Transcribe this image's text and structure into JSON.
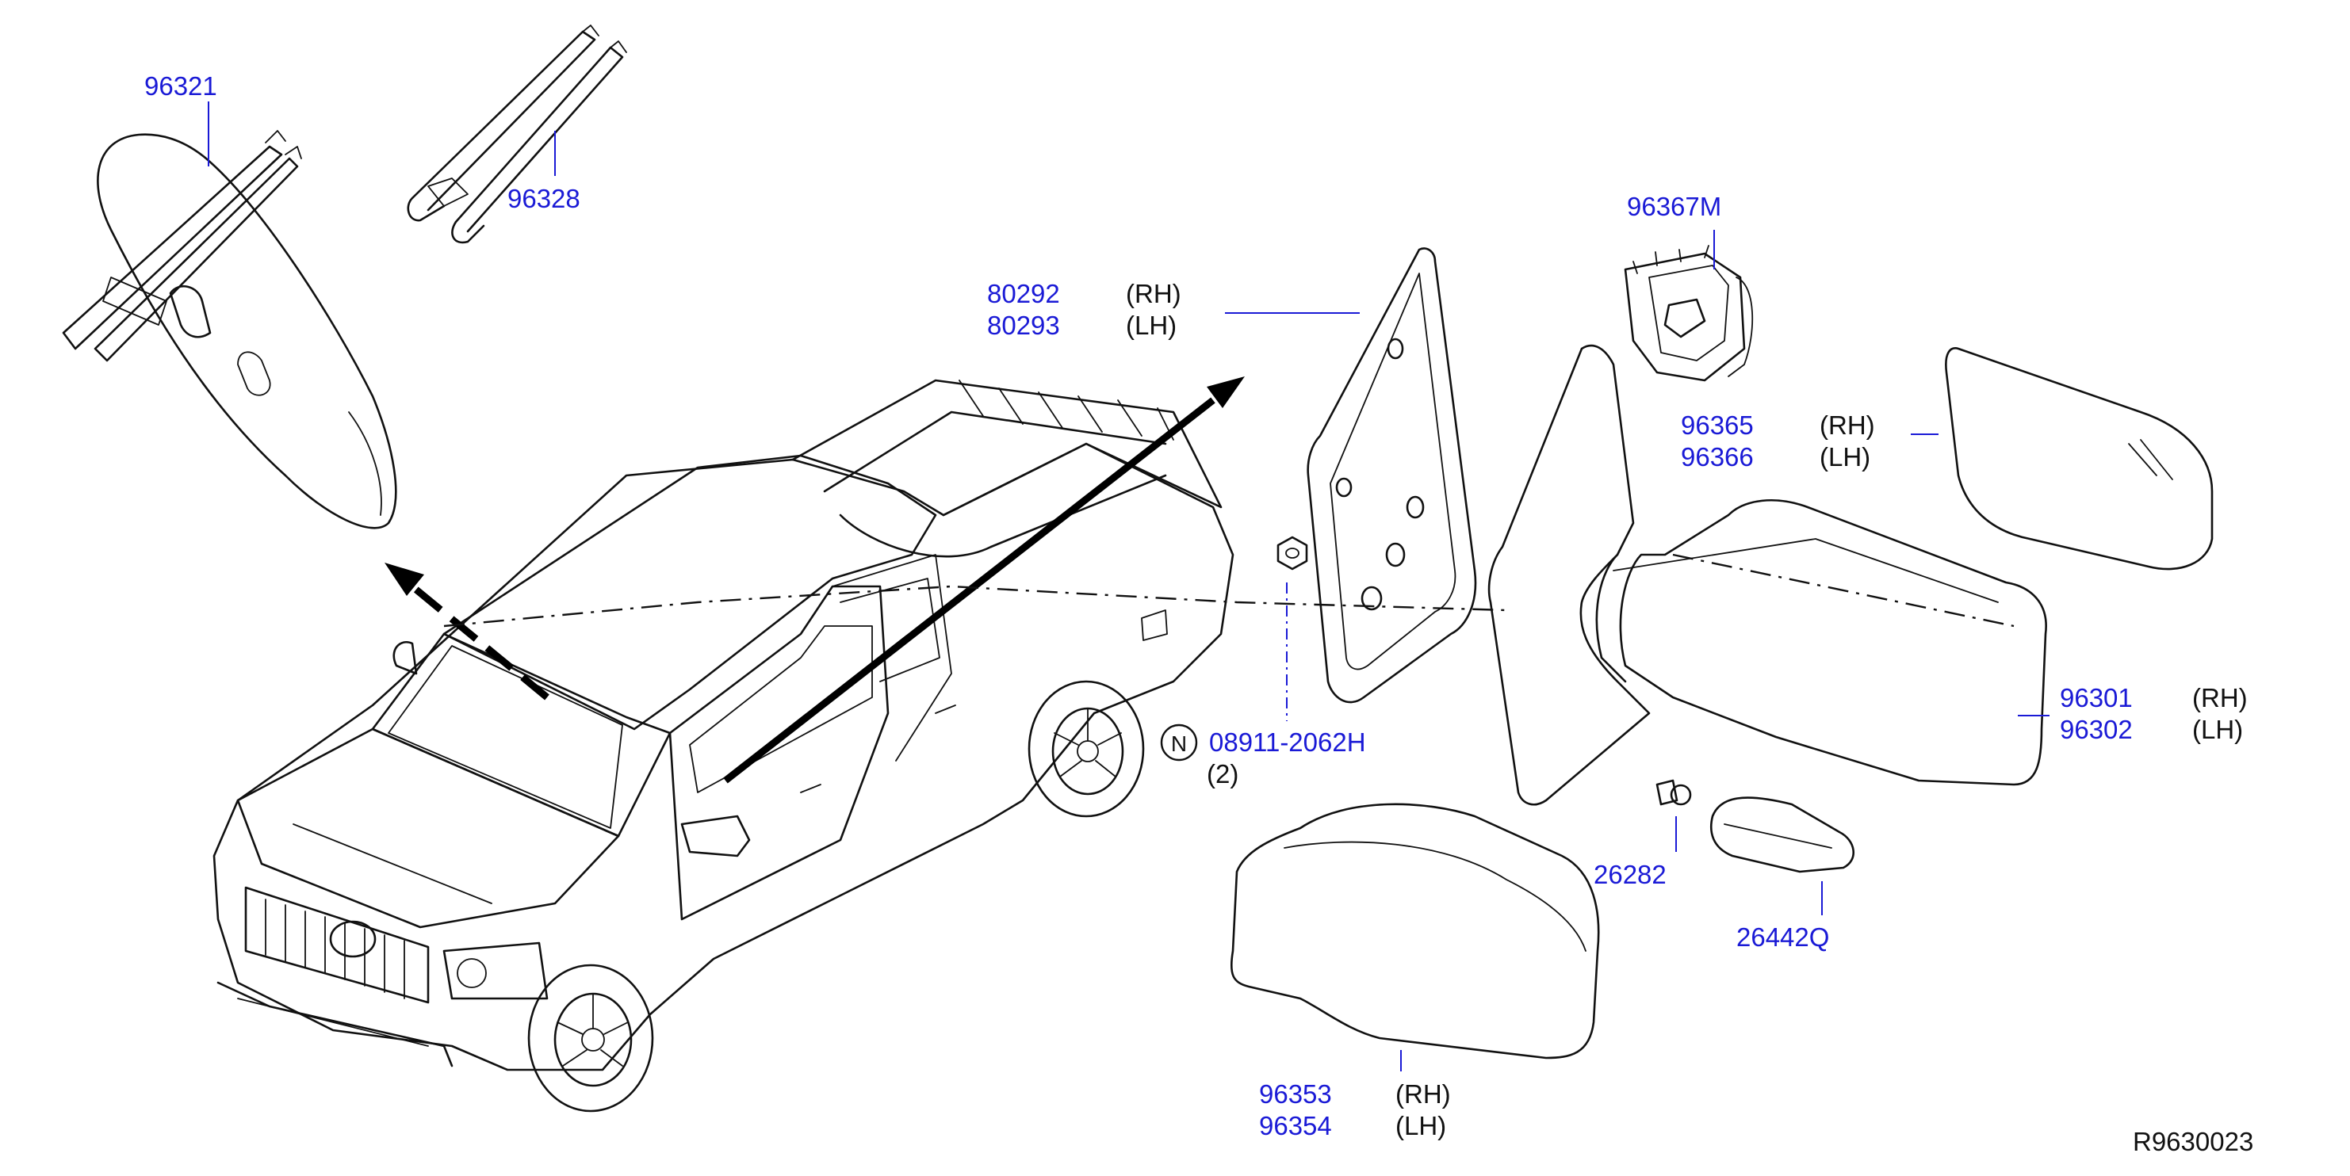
{
  "parts": {
    "p96321": "96321",
    "p96328": "96328",
    "p80292": "80292",
    "p80293": "80293",
    "p96367m": "96367M",
    "p96365": "96365",
    "p96366": "96366",
    "p08911": "08911-2062H",
    "p08911_qty": "(2)",
    "p08911_badge": "N",
    "p96301": "96301",
    "p96302": "96302",
    "p26282": "26282",
    "p26442q": "26442Q",
    "p96353": "96353",
    "p96354": "96354"
  },
  "sides": {
    "rh": "(RH)",
    "lh": "(LH)"
  },
  "diagram_code": "R9630023",
  "colors": {
    "part_number": "#1a1ad6",
    "linework": "#111111"
  }
}
